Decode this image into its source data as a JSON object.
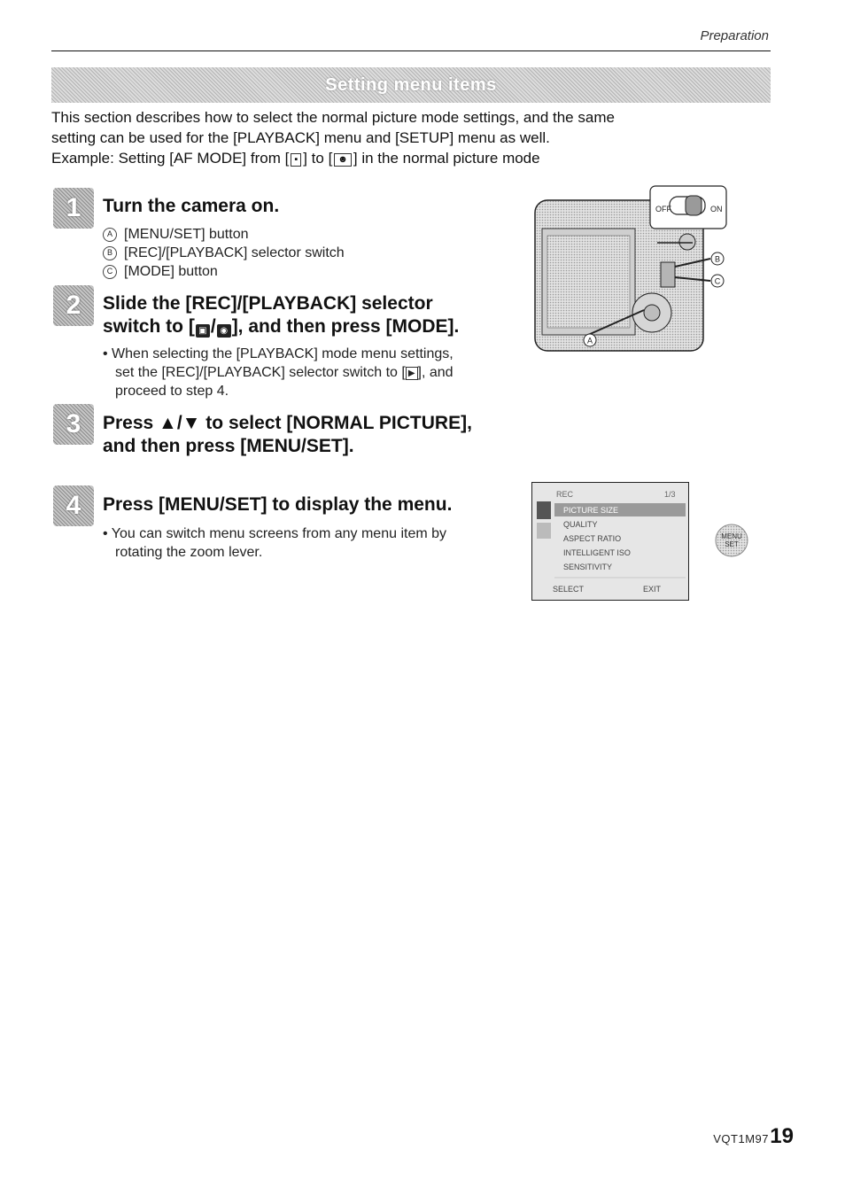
{
  "header": {
    "section": "Preparation"
  },
  "banner": {
    "title": "Setting menu items"
  },
  "intro": {
    "line1": "This section describes how to select the normal picture mode settings, and the same",
    "line2": "setting can be used for the [PLAYBACK] menu and [SETUP] menu as well.",
    "line3_pre": "Example: Setting [AF MODE] from [",
    "line3_mid": "] to [",
    "line3_post": "] in the normal picture mode"
  },
  "steps": [
    {
      "number": "1",
      "title": "Turn the camera on.",
      "items": [
        {
          "marker": "A",
          "text": "[MENU/SET] button"
        },
        {
          "marker": "B",
          "text": "[REC]/[PLAYBACK] selector switch"
        },
        {
          "marker": "C",
          "text": "[MODE] button"
        }
      ]
    },
    {
      "number": "2",
      "title_line1": "Slide the [REC]/[PLAYBACK] selector",
      "title_line2_pre": "switch to [",
      "title_line2_post": "], and then press [MODE].",
      "note_line1": "• When selecting the [PLAYBACK] mode menu settings,",
      "note_line2_pre": "set the [REC]/[PLAYBACK] selector switch to [",
      "note_line2_post": "], and",
      "note_line3": "proceed to step 4."
    },
    {
      "number": "3",
      "title_line1": "Press ▲/▼ to select [NORMAL PICTURE],",
      "title_line2": "and then press [MENU/SET]."
    },
    {
      "number": "4",
      "title": "Press [MENU/SET] to display the menu.",
      "note_line1": "• You can switch menu screens from any menu item by",
      "note_line2": "rotating the zoom lever."
    }
  ],
  "camera_figure": {
    "switch_off": "OFF",
    "switch_on": "ON",
    "label_a": "A",
    "label_b": "B",
    "label_c": "C"
  },
  "menu_screen": {
    "header": "REC",
    "page": "1/3",
    "items": [
      "PICTURE SIZE",
      "QUALITY",
      "ASPECT RATIO",
      "INTELLIGENT ISO",
      "SENSITIVITY"
    ],
    "footer_select": "SELECT",
    "footer_exit": "EXIT"
  },
  "menuset_button": {
    "line1": "MENU",
    "line2": "SET"
  },
  "footer": {
    "code": "VQT1M97",
    "page_number": "19"
  }
}
